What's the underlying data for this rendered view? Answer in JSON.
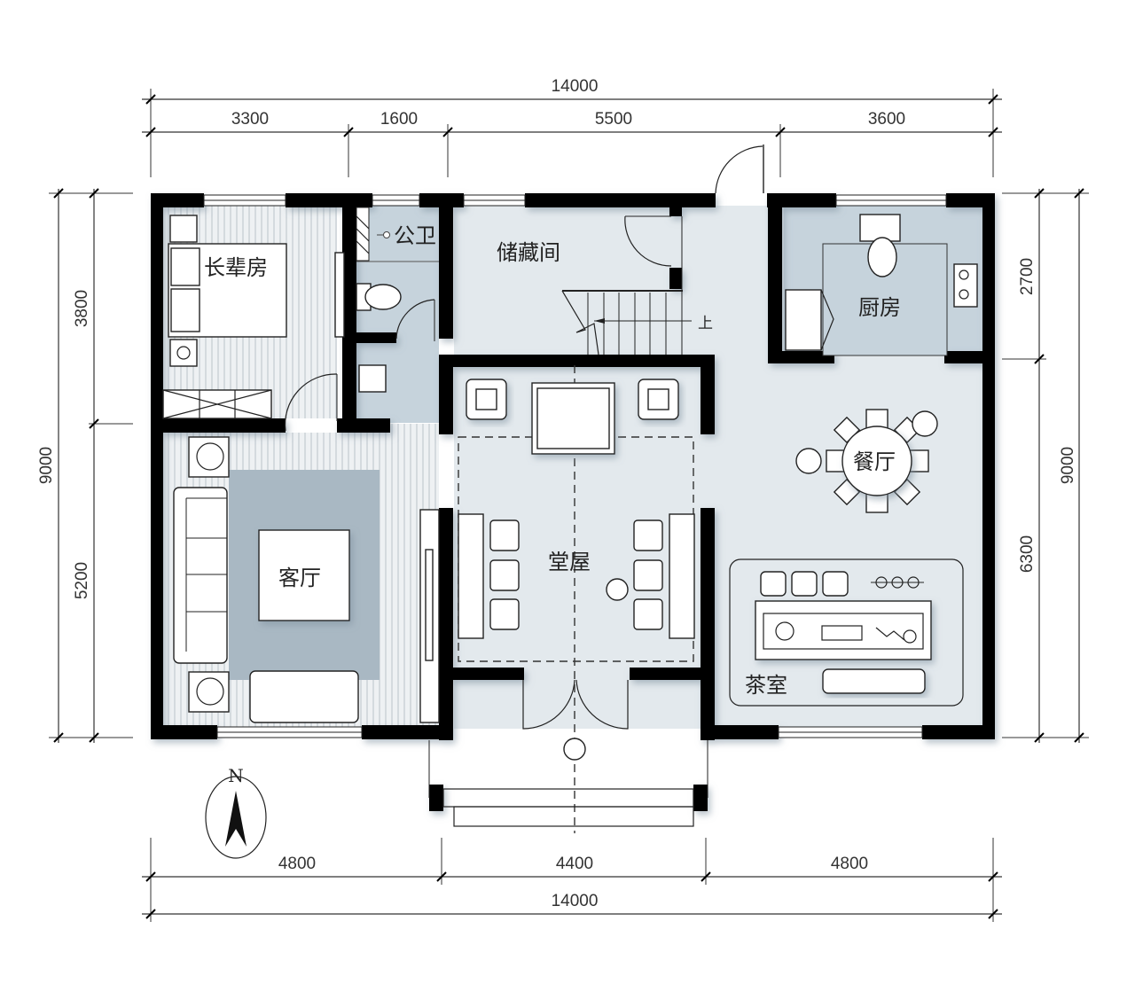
{
  "dimensions": {
    "top_total": "14000",
    "top_segments": [
      "3300",
      "1600",
      "5500",
      "3600"
    ],
    "bottom_segments": [
      "4800",
      "4400",
      "4800"
    ],
    "bottom_total": "14000",
    "left_total": "9000",
    "left_segments": [
      "3800",
      "5200"
    ],
    "right_total": "9000",
    "right_segments": [
      "2700",
      "6300"
    ]
  },
  "rooms": {
    "elder_room": "长辈房",
    "public_bath": "公卫",
    "storage": "储藏间",
    "stairs_up": "上",
    "kitchen": "厨房",
    "living_room": "客厅",
    "hall": "堂屋",
    "dining": "餐厅",
    "tea_room": "茶室"
  },
  "compass": {
    "label": "N"
  },
  "colors": {
    "wall": "#000000",
    "floor_light": "#e3e9ed",
    "floor_blue": "#c6d3dc",
    "rug": "#a9b8c3",
    "wood_stripe": "#dfe4e8"
  }
}
